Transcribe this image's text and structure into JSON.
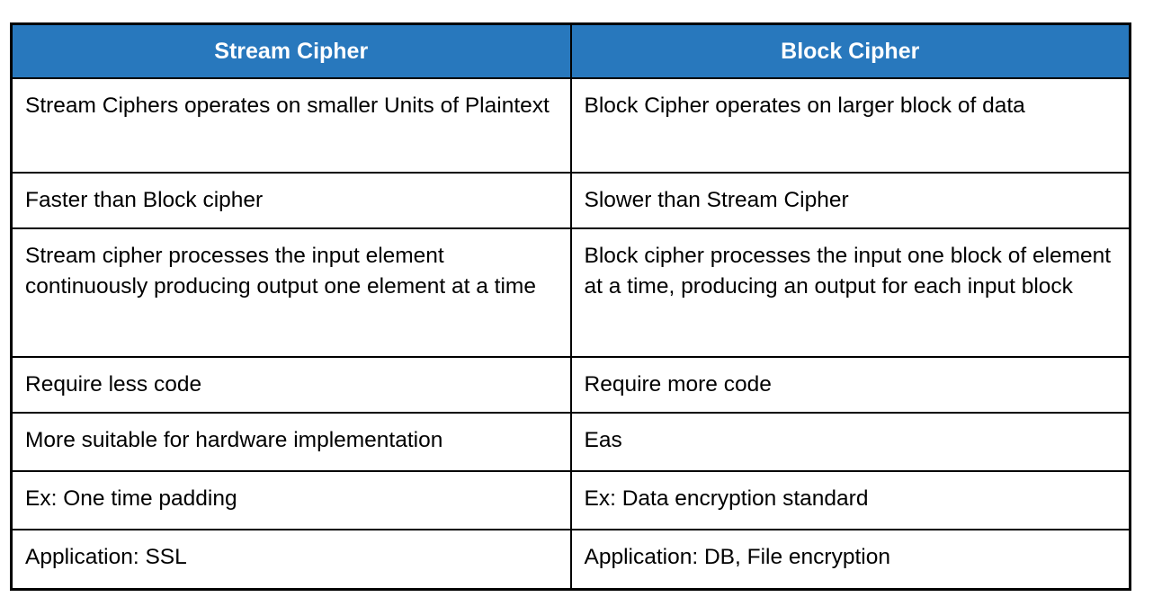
{
  "table": {
    "headers": [
      {
        "label": "Stream Cipher"
      },
      {
        "label": "Block Cipher"
      }
    ],
    "rows": [
      {
        "left": "Stream Ciphers operates on smaller Units of Plaintext",
        "right": "Block Cipher operates on larger block of data"
      },
      {
        "left": "Faster than Block cipher",
        "right": "Slower than Stream Cipher"
      },
      {
        "left": "Stream cipher processes the input element continuously producing output one element at a time",
        "right": "Block cipher processes the input one block of element at a time, producing an output for each input block"
      },
      {
        "left": "Require less code",
        "right": "Require more code"
      },
      {
        "left": "More suitable for hardware implementation",
        "right": "Eas"
      },
      {
        "left": "Ex: One time padding",
        "right": "Ex: Data encryption standard"
      },
      {
        "left": "Application: SSL",
        "right": "Application: DB, File encryption"
      }
    ]
  },
  "colors": {
    "header_bg": "#2878BD",
    "header_text": "#FFFFFF",
    "border": "#000000",
    "cell_text": "#000000",
    "page_bg": "#FFFFFF"
  }
}
